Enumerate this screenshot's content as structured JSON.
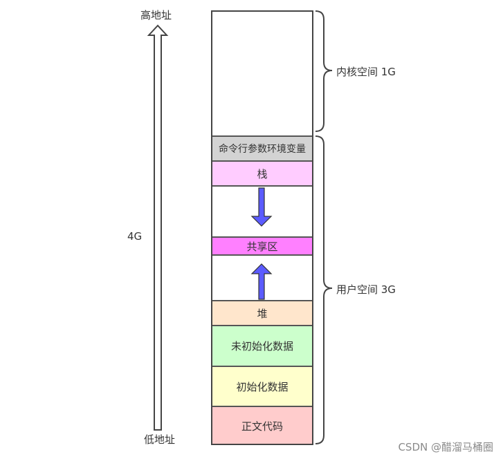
{
  "address_axis": {
    "top_label": "高地址",
    "bottom_label": "低地址",
    "size_label": "4G"
  },
  "segments": {
    "kernel": "",
    "cmdline_env": "命令行参数环境变量",
    "stack": "栈",
    "gap_upper": "",
    "shared": "共享区",
    "gap_lower": "",
    "heap": "堆",
    "bss": "未初始化数据",
    "data": "初始化数据",
    "text": "正文代码"
  },
  "braces": {
    "kernel_label": "内核空间 1G",
    "user_label": "用户空间 3G"
  },
  "colors": {
    "cmdline_env": "#d3d3d3",
    "stack": "#ffccff",
    "shared": "#ff80ff",
    "heap": "#ffe6cc",
    "bss": "#ccffcc",
    "data": "#ffffcc",
    "text": "#ffcccc",
    "growth_arrow": "#5b5bff"
  },
  "watermark": "CSDN @醋溜马桶圈"
}
